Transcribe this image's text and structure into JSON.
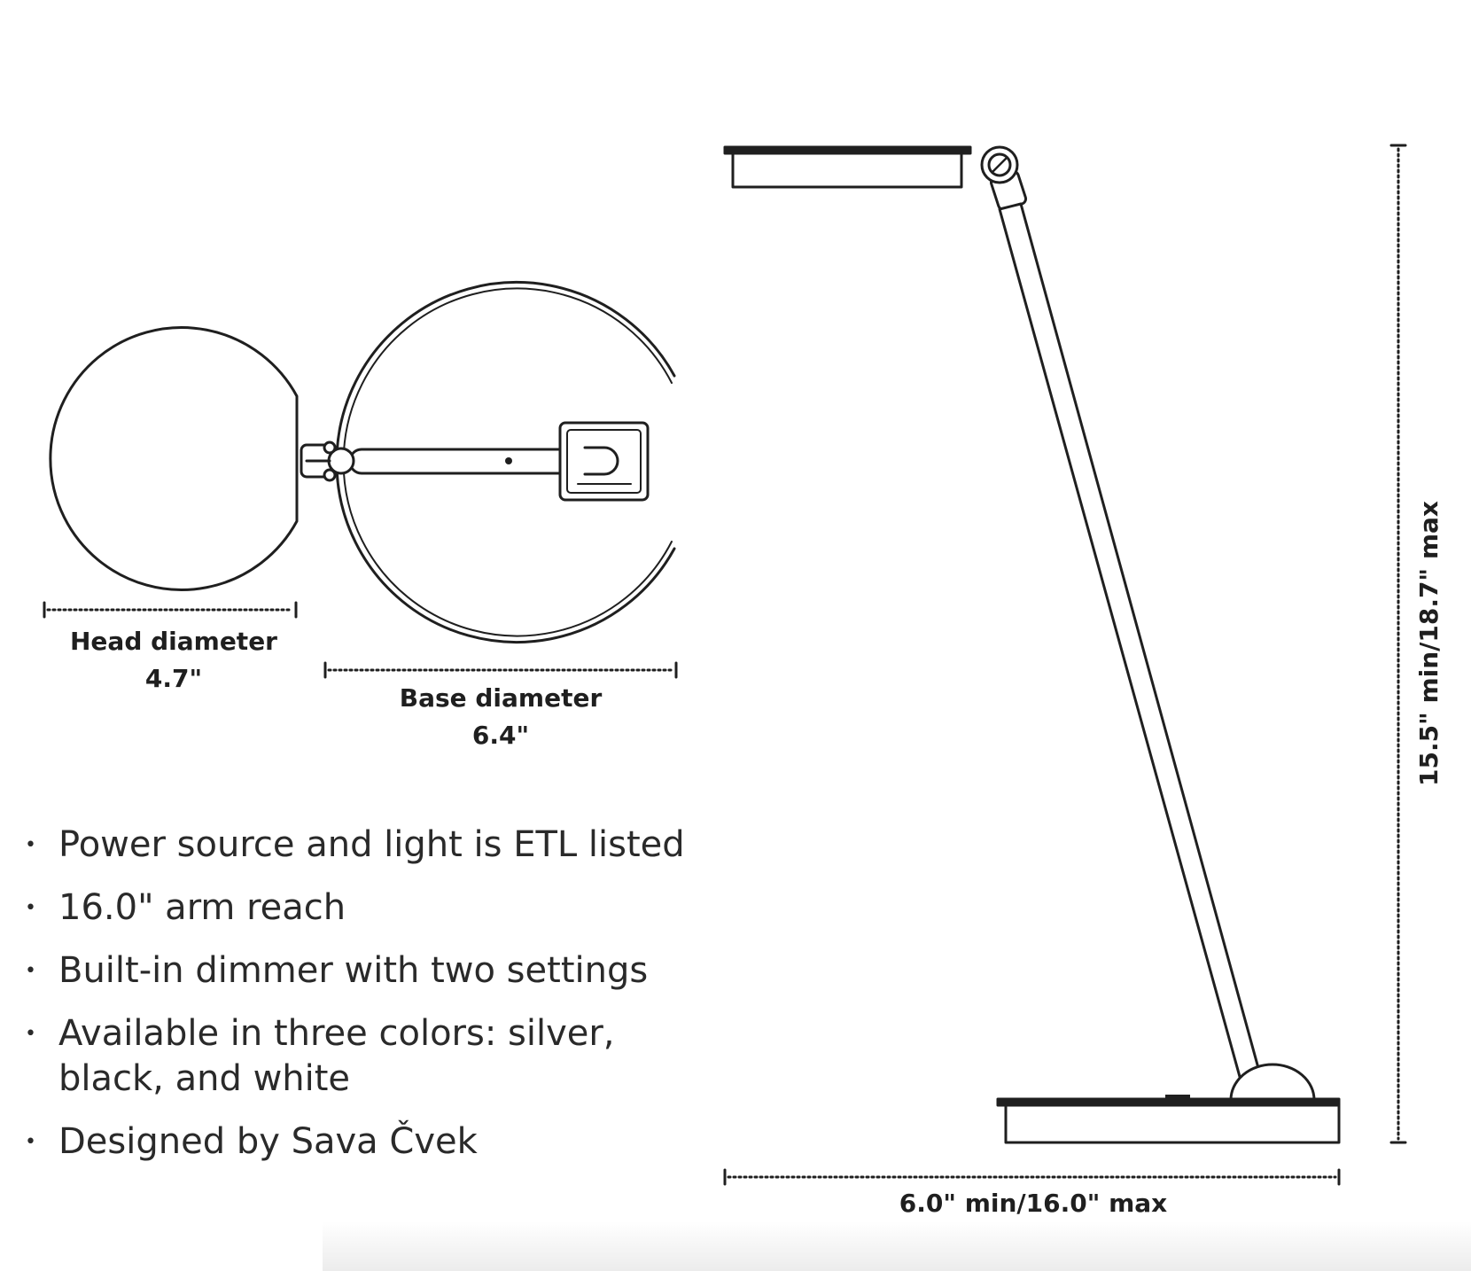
{
  "dimensions": {
    "head_label": "Head diameter",
    "head_value": "4.7\"",
    "base_label": "Base diameter",
    "base_value": "6.4\"",
    "height_range": "15.5\" min/18.7\" max",
    "reach_range": "6.0\" min/16.0\" max"
  },
  "features": [
    {
      "lines": [
        "Power source and light is ETL listed"
      ]
    },
    {
      "lines": [
        "16.0\" arm reach"
      ]
    },
    {
      "lines": [
        "Built-in dimmer with two settings"
      ]
    },
    {
      "lines": [
        "Available in three colors: silver,",
        "black, and white"
      ]
    },
    {
      "lines": [
        "Designed by Sava Čvek"
      ]
    }
  ],
  "bullet_glyph": "•"
}
